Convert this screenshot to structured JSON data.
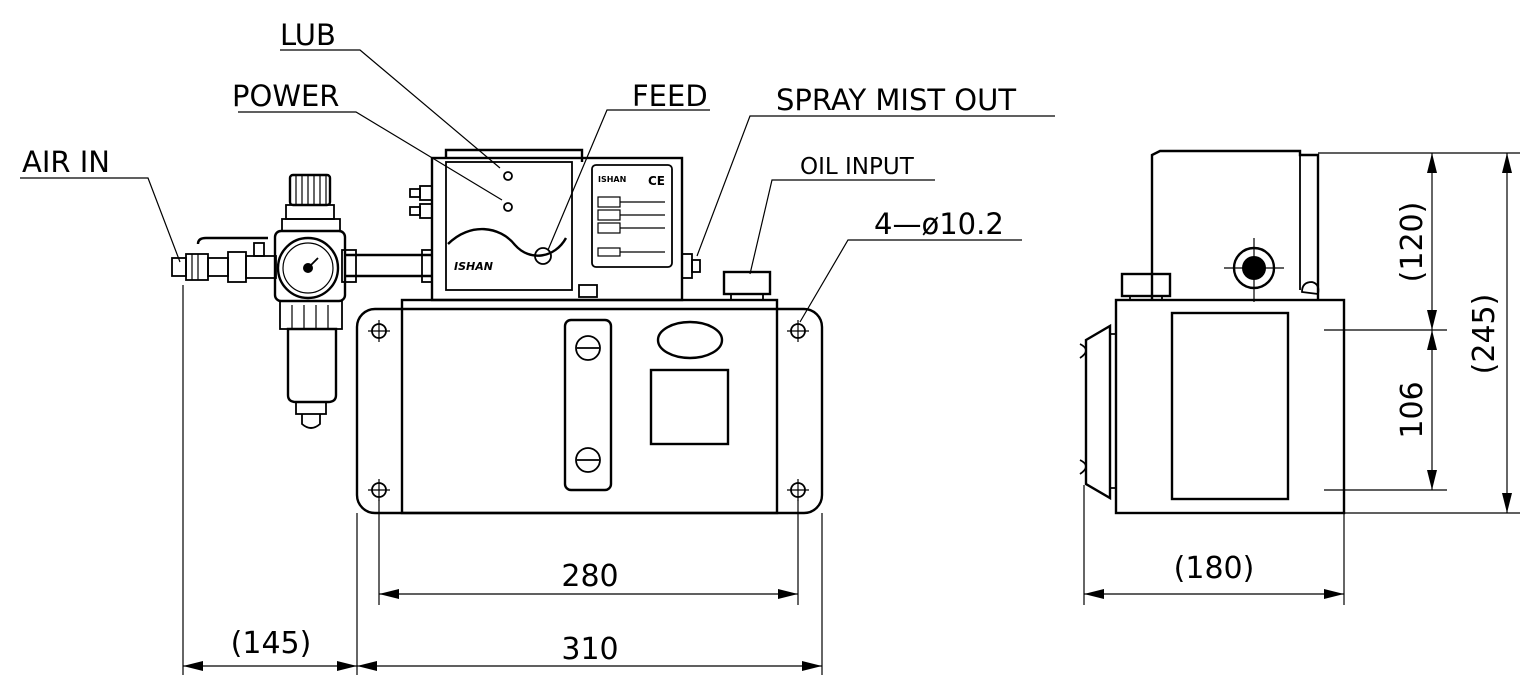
{
  "labels": {
    "lub": "LUB",
    "power": "POWER",
    "feed": "FEED",
    "spray_mist_out": "SPRAY MIST OUT",
    "air_in": "AIR IN",
    "oil_input": "OIL INPUT",
    "mount_holes": "4—ø10.2"
  },
  "dimensions": {
    "width_280": "280",
    "width_310": "310",
    "air_offset_145": "(145)",
    "depth_180": "(180)",
    "height_120": "(120)",
    "height_245": "(245)",
    "height_106": "106"
  },
  "logo": {
    "brand": "ISHAN",
    "ce_mark": "CE"
  }
}
